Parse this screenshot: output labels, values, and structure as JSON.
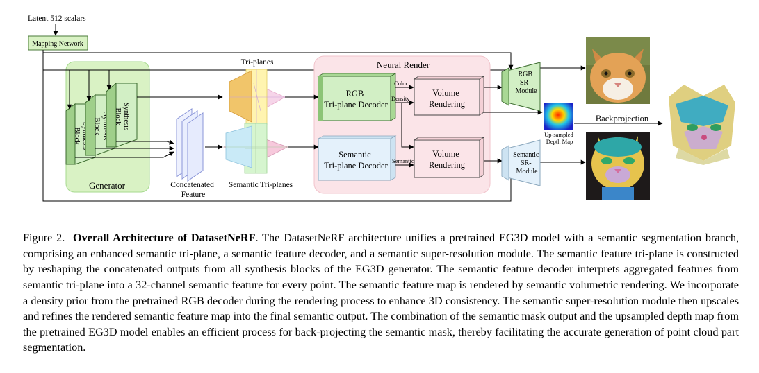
{
  "diagram": {
    "latent_label": "Latent 512 scalars",
    "mapping_network": "Mapping Network",
    "generator": {
      "label": "Generator",
      "blocks": [
        "Synthesis Block",
        "Synthesis Block",
        "Synthesis Block"
      ]
    },
    "concatenated_feature": [
      "Concatenated",
      "Feature"
    ],
    "triplanes_label": "Tri-planes",
    "semantic_triplanes_label": "Semantic Tri-planes",
    "neural_render": {
      "title": "Neural Render",
      "rgb_decoder": [
        "RGB",
        "Tri-plane Decoder"
      ],
      "semantic_decoder": [
        "Semantic",
        "Tri-plane Decoder"
      ],
      "volume_rendering_top": [
        "Volume",
        "Rendering"
      ],
      "volume_rendering_bottom": [
        "Volume",
        "Rendering"
      ],
      "color_label": "Color",
      "density_label": "Density",
      "semantic_label": "Semantic"
    },
    "rgb_sr": [
      "RGB",
      "SR-",
      "Module"
    ],
    "semantic_sr": [
      "Semantic",
      "SR-",
      "Module"
    ],
    "upsampled_depth": [
      "Up-sampled",
      "Depth Map"
    ],
    "backprojection": "Backprojection"
  },
  "caption": {
    "prefix": "Figure 2.",
    "title": "Overall Architecture of DatasetNeRF",
    "text": ". The DatasetNeRF architecture unifies a pretrained EG3D model with a semantic segmentation branch, comprising an enhanced semantic tri-plane, a semantic feature decoder, and a semantic super-resolution module. The semantic feature tri-plane is constructed by reshaping the concatenated outputs from all synthesis blocks of the EG3D generator. The semantic feature decoder interprets aggregated features from semantic tri-plane into a 32-channel semantic feature for every point. The semantic feature map is rendered by semantic volumetric rendering. We incorporate a density prior from the pretrained RGB decoder during the rendering process to enhance 3D consistency. The semantic super-resolution module then upscales and refines the rendered semantic feature map into the final semantic output. The combination of the semantic mask output and the upsampled depth map from the pretrained EG3D model enables an efficient process for back-projecting the semantic mask, thereby facilitating the accurate generation of point cloud part segmentation."
  },
  "colors": {
    "generator_bg": "#d9f2c4",
    "neural_render_bg": "#fbe4e8",
    "rgb_block": "#d2efc5",
    "semantic_block": "#e4f1fb",
    "cat_fur": "#e3a256",
    "seg_bg": "#1e1a1a"
  }
}
